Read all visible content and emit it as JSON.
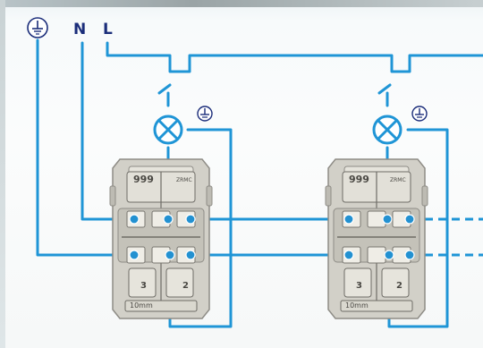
{
  "terminals": {
    "earth": "⏚",
    "neutral": "N",
    "line": "L"
  },
  "lamp_earth_symbol": "⏚",
  "switch_modules": [
    {
      "top_label": "999",
      "top_right_label": "ZRMC",
      "bottom_left": "3",
      "bottom_right": "2",
      "strip_length": "10mm"
    },
    {
      "top_label": "999",
      "top_right_label": "ZRMC",
      "bottom_left": "3",
      "bottom_right": "2",
      "strip_length": "10mm"
    }
  ],
  "colors": {
    "wire": "#1f95d6",
    "label": "#1b2d7a",
    "module": "#d2d0c8",
    "module_dark": "#8e8c86",
    "terminal": "#2391d1"
  }
}
